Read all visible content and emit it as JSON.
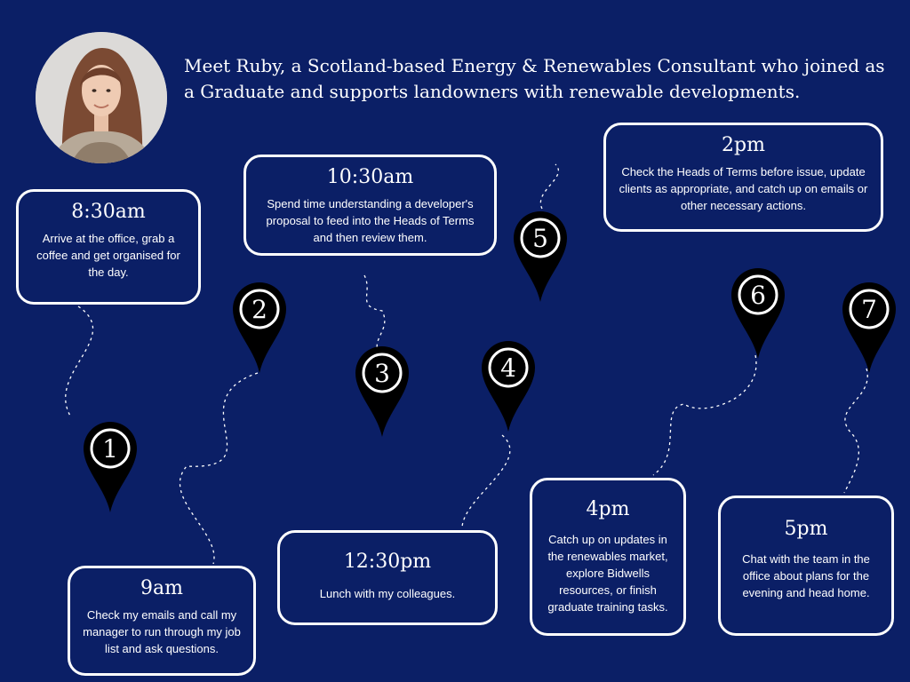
{
  "intro": {
    "text": "Meet Ruby, a Scotland-based Energy & Renewables Consultant who joined as a Graduate and supports landowners with renewable developments."
  },
  "steps": [
    {
      "number": "1",
      "time": "8:30am",
      "desc": "Arrive at the office, grab a coffee and get organised for the day."
    },
    {
      "number": "2",
      "time": "9am",
      "desc": "Check my emails and call my manager to run through my job list and ask questions."
    },
    {
      "number": "3",
      "time": "10:30am",
      "desc": "Spend time understanding a developer's proposal to feed into the Heads of Terms and then review them."
    },
    {
      "number": "4",
      "time": "12:30pm",
      "desc": "Lunch with my colleagues."
    },
    {
      "number": "5",
      "time": "2pm",
      "desc": "Check the Heads of Terms before issue, update clients as appropriate, and catch up on emails or other necessary actions."
    },
    {
      "number": "6",
      "time": "4pm",
      "desc": "Catch up on updates in the renewables market, explore Bidwells resources, or finish graduate training tasks."
    },
    {
      "number": "7",
      "time": "5pm",
      "desc": "Chat with the team in the office about plans for the evening and head home."
    }
  ],
  "colors": {
    "background": "#0b1f66",
    "road_segments": [
      "#efedea",
      "#64c0b2",
      "#add6ea",
      "#dc4655"
    ],
    "pin": "#000000"
  }
}
